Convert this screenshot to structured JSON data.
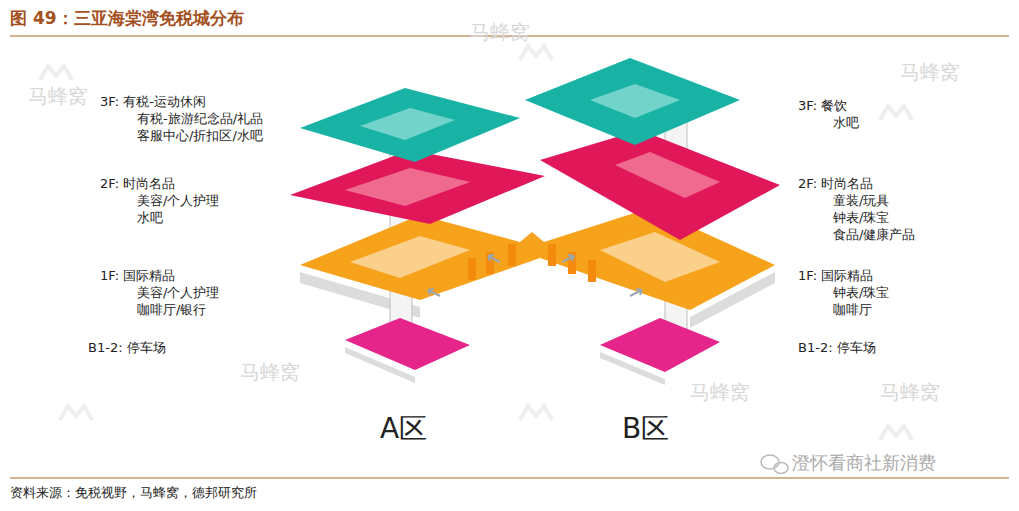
{
  "diagram": {
    "title": "图 49：三亚海棠湾免税城分布",
    "caption": "资料来源：免税视野，马蜂窝，德邦研究所",
    "labels": [
      "3F: 有税-运动休闲",
      "有税-旅游纪念品/礼品",
      "客服中心/折扣区/水吧",
      "2F: 时尚名品",
      "美容/个人护理",
      "水吧",
      "1F: 国际精品",
      "美容/个人护理",
      "咖啡厅/银行",
      "B1-2: 停车场",
      "3F: 餐饮",
      "水吧",
      "2F: 时尚名品",
      "童装/玩具",
      "钟表/珠宝",
      "食品/健康产品",
      "1F: 国际精品",
      "钟表/珠宝",
      "咖啡厅",
      "B1-2: 停车场",
      "A区",
      "B区",
      "澄怀看商社新消费",
      "马蜂窝",
      "马蜂窝",
      "马蜂窝",
      "马蜂窝",
      "马蜂窝",
      "马蜂窝"
    ]
  }
}
